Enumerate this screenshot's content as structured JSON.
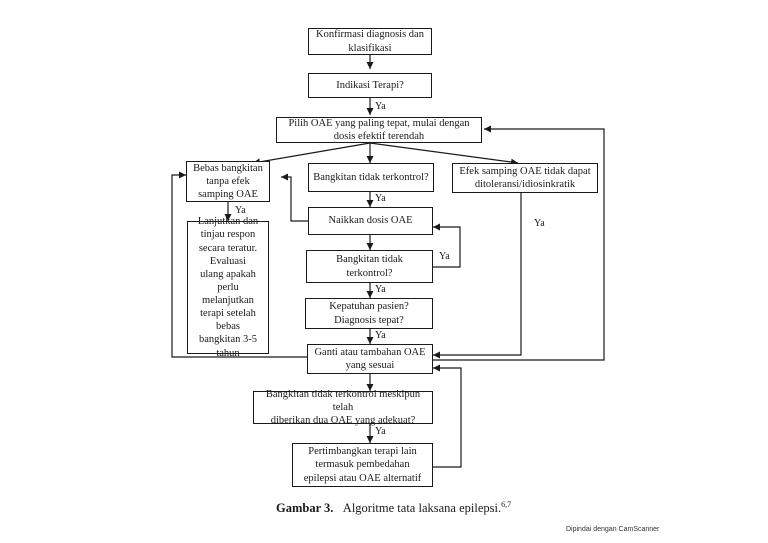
{
  "nodes": {
    "confirm": "Konfirmasi diagnosis dan\nklasifikasi",
    "indication": "Indikasi Terapi?",
    "choose": "Pilih OAE yang paling tepat, mulai dengan\ndosis efektif terendah",
    "seizure_free": "Bebas bangkitan\ntanpa efek\nsamping OAE",
    "uncontrolled": "Bangkitan tidak terkontrol?",
    "side_effect": "Efek samping OAE tidak dapat\nditoleransi/idiosinkratik",
    "continue": "Lanjutkan dan\ntinjau respon\nsecara teratur.\nEvaluasi\nulang apakah\nperlu\nmelanjutkan\nterapi setelah\nbebas\nbangkitan 3-5\ntahun",
    "increase": "Naikkan dosis OAE",
    "uncontrolled2": "Bangkitan tidak\nterkontrol?",
    "compliance": "Kepatuhan pasien?\nDiagnosis tepat?",
    "replace": "Ganti atau tambahan OAE\nyang sesuai",
    "refractory": "Bangkitan tidak terkontrol meskipun telah\ndiberikan dua OAE yang adekuat?",
    "consider": "Pertimbangkan terapi lain\ntermasuk pembedahan\nepilepsi atau OAE alternatif"
  },
  "edge_labels": {
    "yes": "Ya"
  },
  "caption": {
    "label": "Gambar 3.",
    "text": "Algoritme tata laksana epilepsi.",
    "refs": "6,7"
  },
  "watermark": "Dipindai dengan CamScanner"
}
